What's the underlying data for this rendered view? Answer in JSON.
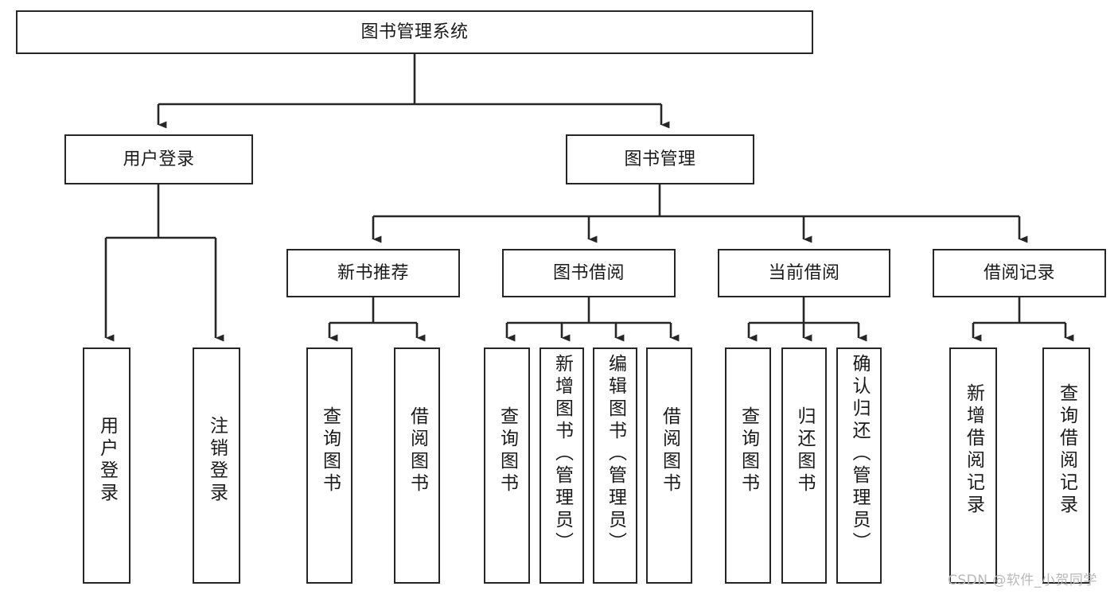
{
  "diagram": {
    "type": "hierarchy-tree",
    "title": "图书管理系统",
    "orientation": "top-down",
    "colors": {
      "box_border": "#262626",
      "box_fill": "#ffffff",
      "edge": "#262626",
      "text": "#1a1a1a",
      "watermark": "#b8b8b8",
      "background": "#ffffff"
    },
    "levels": 4,
    "nodes": {
      "root": {
        "label": "图书管理系统"
      },
      "level2": [
        {
          "label": "用户登录"
        },
        {
          "label": "图书管理"
        }
      ],
      "level3": [
        {
          "label": "新书推荐"
        },
        {
          "label": "图书借阅"
        },
        {
          "label": "当前借阅"
        },
        {
          "label": "借阅记录"
        }
      ],
      "leaves_user_login": [
        {
          "label": "用户登录"
        },
        {
          "label": "注销登录"
        }
      ],
      "leaves_new_book": [
        {
          "label": "查询图书"
        },
        {
          "label": "借阅图书"
        }
      ],
      "leaves_borrow": [
        {
          "label": "查询图书"
        },
        {
          "label": "新增图书（管理员）"
        },
        {
          "label": "编辑图书（管理员）"
        },
        {
          "label": "借阅图书"
        }
      ],
      "leaves_current": [
        {
          "label": "查询图书"
        },
        {
          "label": "归还图书"
        },
        {
          "label": "确认归还（管理员）"
        }
      ],
      "leaves_records": [
        {
          "label": "新增借阅记录"
        },
        {
          "label": "查询借阅记录"
        }
      ]
    },
    "watermark": "CSDN @软件_小贺同学"
  }
}
